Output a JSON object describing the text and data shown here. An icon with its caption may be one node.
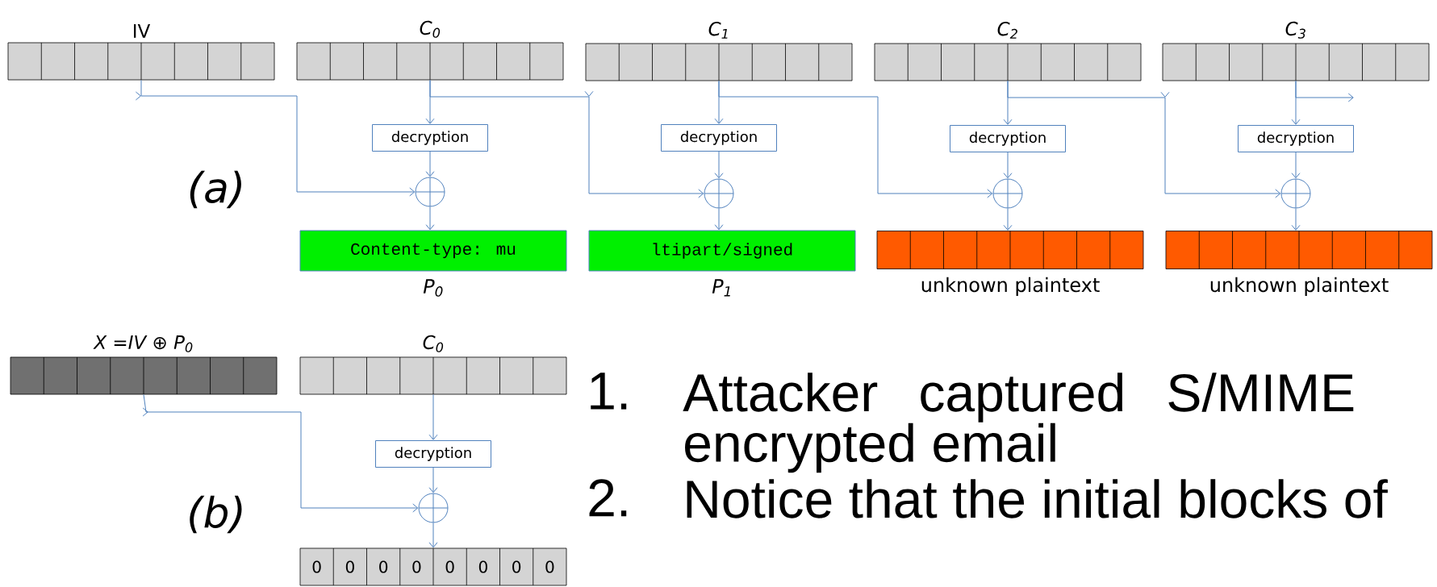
{
  "diagram": {
    "nodes": [
      {
        "text": [
          "IV"
        ]
      },
      {
        "text": [
          "C$_{0}$"
        ]
      },
      {
        "text": [
          "C$_{1}$"
        ]
      },
      {
        "text": [
          "C$_{2}$"
        ]
      },
      {
        "text": [
          "C$_{3}$"
        ]
      },
      {
        "text": [
          "decryption"
        ]
      },
      {
        "text": [
          "decryption"
        ]
      },
      {
        "text": [
          "decryption"
        ]
      },
      {
        "text": [
          "decryption"
        ]
      },
      {
        "text": [],
        "shape": "circle"
      },
      {
        "text": [],
        "shape": "circle"
      },
      {
        "text": [],
        "shape": "circle"
      },
      {
        "text": [],
        "shape": "circle"
      },
      {
        "text": [
          "Content-type: mu"
        ],
        "beside": [
          "P$_{0}$"
        ]
      },
      {
        "text": [
          "ltipart/signed"
        ],
        "beside": [
          "P$_{1}$"
        ]
      },
      {
        "text": [],
        "shape": "box",
        "beside": [
          "unknown plaintext"
        ]
      },
      {
        "text": [],
        "shape": "box",
        "beside": [
          "unknown plaintext"
        ]
      },
      {
        "text": [
          "X =IV ⊕ P$_{0}$"
        ]
      },
      {
        "text": [
          "C$_{0}$"
        ]
      },
      {
        "text": [
          "decryption"
        ]
      },
      {
        "text": [],
        "shape": "circle"
      },
      {
        "text": [
          "0",
          "0",
          "0",
          "0",
          "0",
          "0",
          "0",
          "0"
        ]
      }
    ],
    "edges": [
      {
        "from": 0,
        "to": 9,
        "arrow": "to"
      },
      {
        "from": 1,
        "to": 5,
        "arrow": "to"
      },
      {
        "from": 5,
        "to": 9,
        "arrow": "to"
      },
      {
        "from": 9,
        "to": 13,
        "arrow": "to"
      },
      {
        "from": 1,
        "to": 10,
        "arrow": "to"
      },
      {
        "from": 2,
        "to": 6,
        "arrow": "to"
      },
      {
        "from": 6,
        "to": 10,
        "arrow": "to"
      },
      {
        "from": 10,
        "to": 14,
        "arrow": "to"
      },
      {
        "from": 2,
        "to": 11,
        "arrow": "to"
      },
      {
        "from": 3,
        "to": 7,
        "arrow": "to"
      },
      {
        "from": 7,
        "to": 11,
        "arrow": "to"
      },
      {
        "from": 11,
        "to": 15,
        "arrow": "to"
      },
      {
        "from": 3,
        "to": 12,
        "arrow": "to"
      },
      {
        "from": 4,
        "to": 8,
        "arrow": "to"
      },
      {
        "from": 8,
        "to": 12,
        "arrow": "to"
      },
      {
        "from": 12,
        "to": 16,
        "arrow": "to"
      },
      {
        "from": 4,
        "to": null,
        "arrow": "to"
      },
      {
        "from": 17,
        "to": 20,
        "arrow": "to"
      },
      {
        "from": 18,
        "to": 19,
        "arrow": "to"
      },
      {
        "from": 19,
        "to": 20,
        "arrow": "to"
      },
      {
        "from": 20,
        "to": 21,
        "arrow": "to"
      }
    ],
    "labels": [
      "(a)",
      "(b)",
      "1.",
      "Attacker captured S/MIME encrypted email",
      "2.",
      "Notice that the initial blocks of"
    ]
  }
}
